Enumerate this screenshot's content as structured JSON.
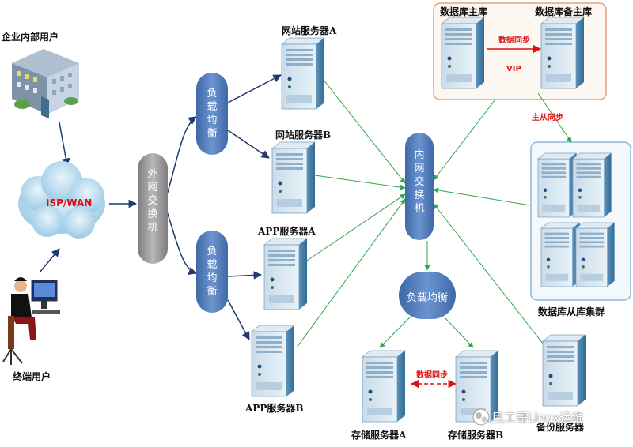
{
  "labels": {
    "enterprise_user": "企业内部用户",
    "terminal_user": "终端用户",
    "isp_wan": "ISP/WAN",
    "external_switch": "外网交换机",
    "lb_top": "负载均衡",
    "lb_bottom": "负载均衡",
    "lb_storage": "负载均衡",
    "internal_switch": "内网交换机",
    "web_server_a": "网站服务器A",
    "web_server_b": "网站服务器B",
    "app_server_a": "APP服务器A",
    "app_server_b": "APP服务器B",
    "db_master": "数据库主库",
    "db_backup_master": "数据库备主库",
    "data_sync_db": "数据同步",
    "vip": "VIP",
    "master_slave_sync": "主从同步",
    "db_slave_cluster": "数据库从库集群",
    "storage_a": "存储服务器A",
    "storage_b": "存储服务器B",
    "data_sync_storage": "数据同步",
    "backup_server": "备份服务器",
    "watermark": "民工哥Linux运维"
  },
  "colors": {
    "arrow_dark": "#1f3a6e",
    "arrow_green": "#2aa84a",
    "arrow_red": "#dd1111",
    "node_blue": "#4f79b8",
    "node_gray": "#9a9a9a",
    "db_box_border": "#e8a17a",
    "cluster_box_border": "#8fb6d6"
  }
}
